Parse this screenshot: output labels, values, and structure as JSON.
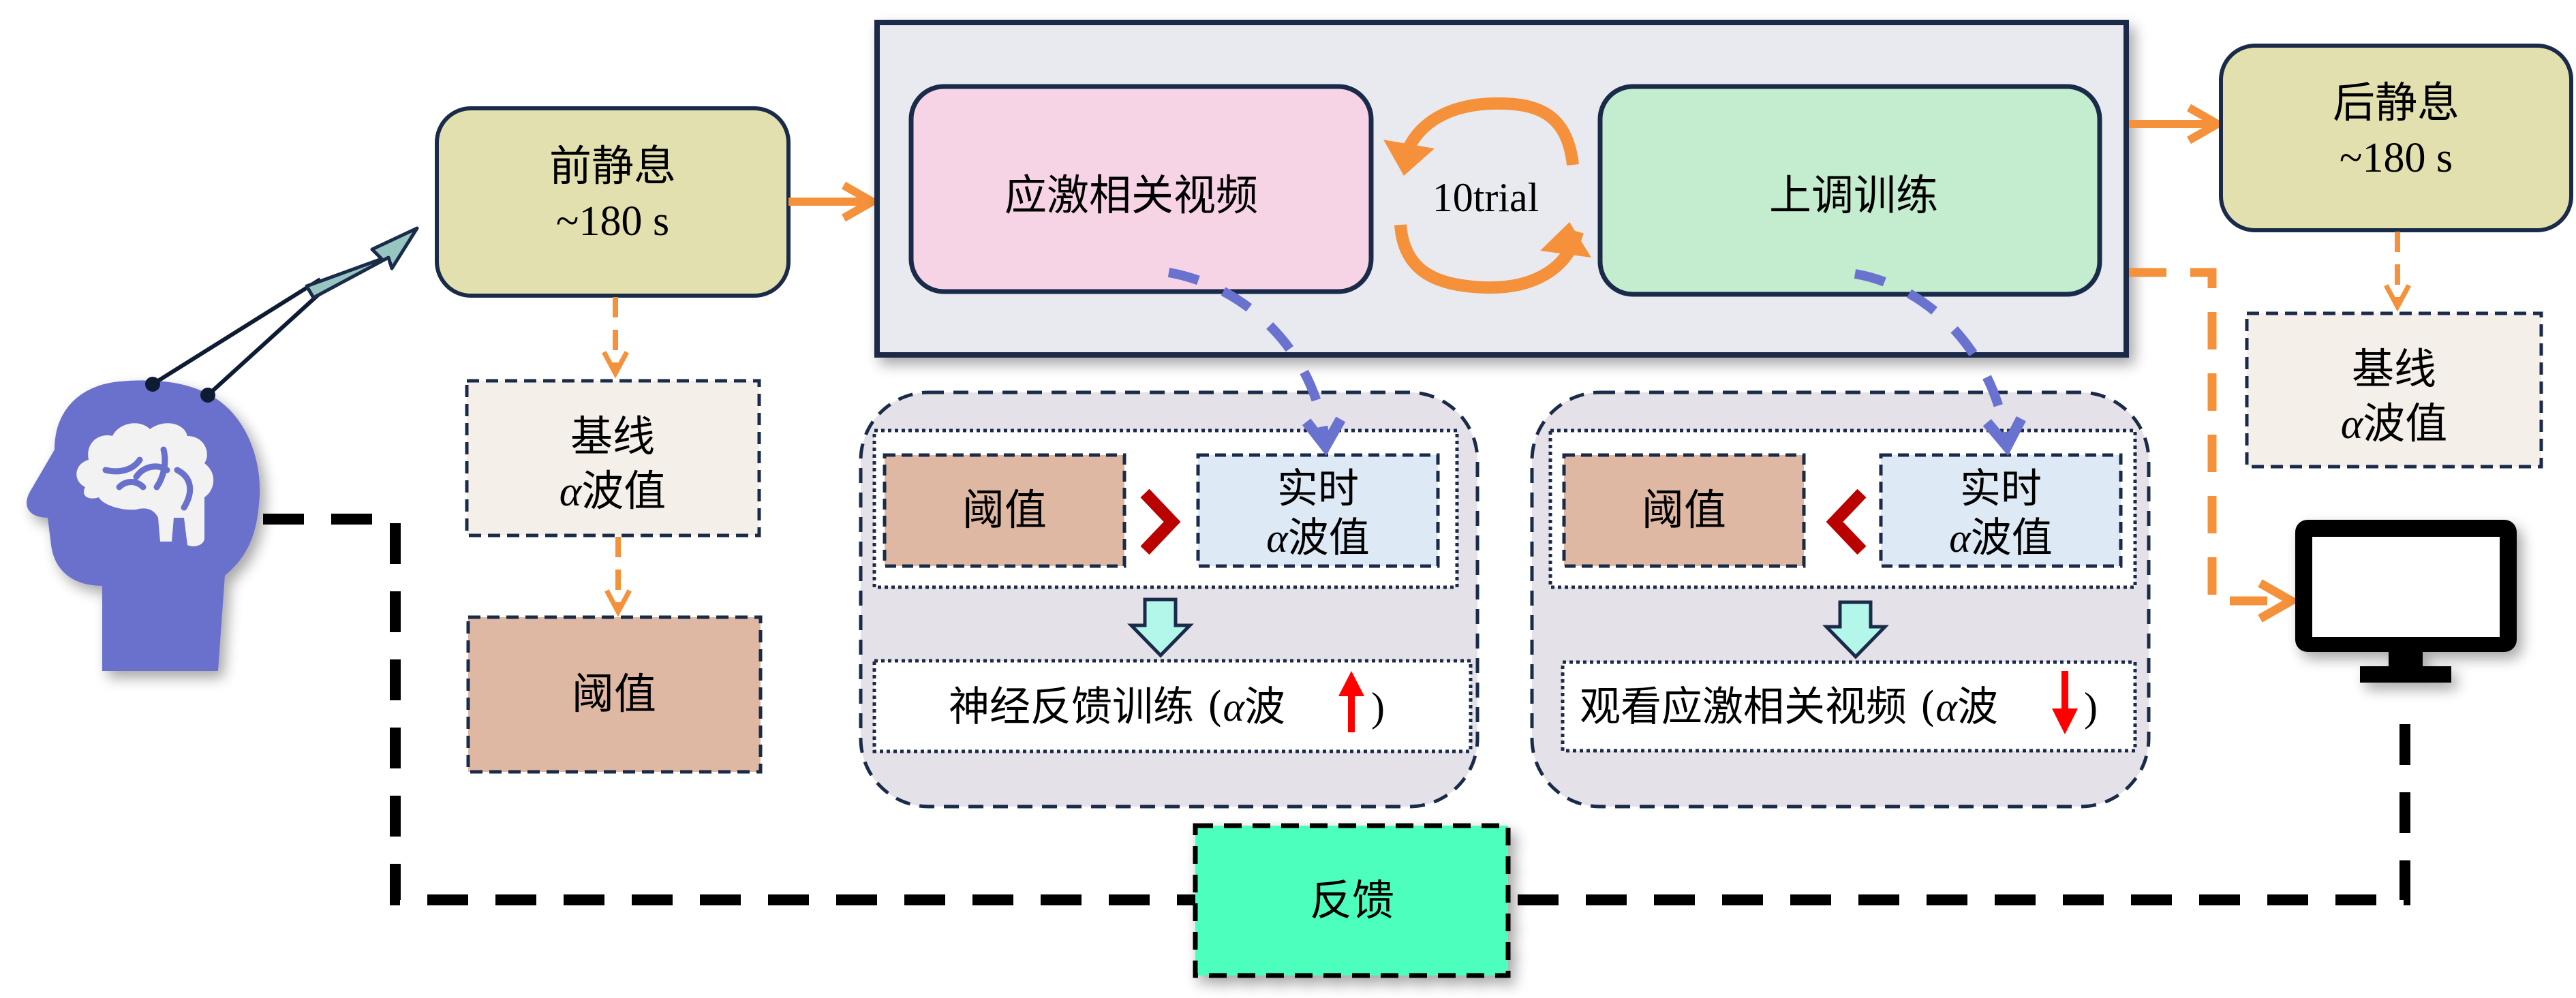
{
  "diagram": {
    "pre_rest": {
      "line1": "前静息",
      "line2": "~180 s"
    },
    "post_rest": {
      "line1": "后静息",
      "line2": "~180 s"
    },
    "baseline_left": {
      "line1": "基线",
      "line2_symbol": "α",
      "line2_text": "波值"
    },
    "baseline_right": {
      "line1": "基线",
      "line2_symbol": "α",
      "line2_text": "波值"
    },
    "threshold_left": {
      "label": "阈值"
    },
    "loop": {
      "stress_video": "应激相关视频",
      "trials": "10trial",
      "upregulation": "上调训练"
    },
    "panel_training": {
      "threshold": "阈值",
      "comparator": ">",
      "realtime_line1": "实时",
      "realtime_symbol": "α",
      "realtime_line2": "波值",
      "result_text": "神经反馈训练 (",
      "result_symbol": "α",
      "result_wave": "波",
      "result_direction": "up",
      "result_close": ")"
    },
    "panel_video": {
      "threshold": "阈值",
      "comparator": "<",
      "realtime_line1": "实时",
      "realtime_symbol": "α",
      "realtime_line2": "波值",
      "result_text": "观看应激相关视频 (",
      "result_symbol": "α",
      "result_wave": "波",
      "result_direction": "down",
      "result_close": ")"
    },
    "feedback": {
      "label": "反馈"
    },
    "icons": {
      "subject": "head-brain-icon",
      "display": "monitor-icon",
      "signal": "eeg-signal-arrow-icon"
    },
    "colors": {
      "rest_fill": "#e3e0b0",
      "stress_fill": "#f7d3e6",
      "train_fill": "#c4ecce",
      "loop_bg": "#e8eaf0",
      "baseline_fill": "#f5efea",
      "threshold_fill": "#dfb8a3",
      "realtime_fill": "#dde9f5",
      "panel_fill": "#e5e1e8",
      "feedback_fill": "#4dffbd",
      "flow_orange": "#f5913a",
      "link_blue": "#6a72d0",
      "border_navy": "#1a2b4a",
      "head_purple": "#6b71cc",
      "arrow_teal": "#97c6c1",
      "down_arrow_fill": "#b3f7ea",
      "red": "#e00000",
      "dark_red": "#bb0000"
    }
  }
}
